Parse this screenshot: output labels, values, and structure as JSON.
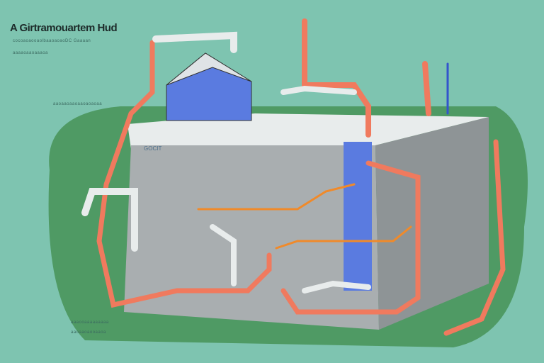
{
  "title": "A Girtramouartem Hud",
  "notes": [
    "cocoaoaooaolbaaoaoaoDC Gaaaan",
    "aaaaoaaoaaaoa",
    "aaoaaoaaoaaoaoaoaa",
    "aaaooaaaaaaaaa",
    "aaoaaoaooaaoa"
  ],
  "tank_label": "GOCIT",
  "colors": {
    "background": "#7ec4b0",
    "ground": "#4f9a64",
    "block": "#a9aeb0",
    "pipe_red": "#f07a5e",
    "pipe_blue": "#5a7be0",
    "pipe_orange": "#f08a2a"
  }
}
